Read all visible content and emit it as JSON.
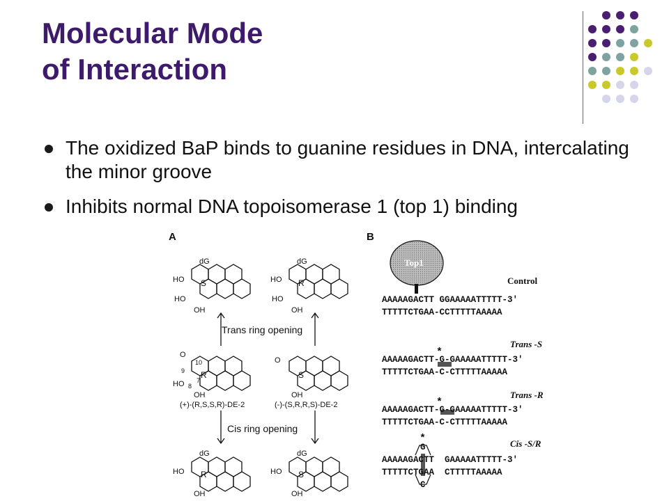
{
  "slide": {
    "title_line1": "Molecular Mode",
    "title_line2": "of Interaction",
    "bullets": [
      "The oxidized BaP binds to guanine residues in DNA, intercalating the minor groove",
      "Inhibits normal DNA topoisomerase 1 (top 1) binding"
    ]
  },
  "figure": {
    "panel_a": "A",
    "panel_b": "B",
    "trans_ring_opening": "Trans ring opening",
    "cis_ring_opening": "Cis ring opening",
    "de2_plus": "(+)-(R,S,S,R)-DE-2",
    "de2_minus": "(-)-(S,R,R,S)-DE-2",
    "top1_label": "Top1",
    "control_label": "Control",
    "trans_s_label": "Trans -S",
    "trans_r_label": "Trans -R",
    "cis_label": "Cis -S/R",
    "seq_top": "AAAAAGACTT GGAAAAATTTTT-3′",
    "seq_bottom": "TTTTTCTGAA-CCTTTTTAAAAA",
    "seq_trans_top": "AAAAAGACTT-G-GAAAAATTTTT-3′",
    "seq_trans_bottom": "TTTTTCTGAA-C-CTTTTTAAAAA",
    "seq_cis_top": "AAAAAGACTT  GAAAAATTTTT-3′",
    "seq_cis_bottom": "TTTTTCTGAA  CTTTTTAAAAA",
    "star": "*",
    "g_label": "G",
    "c_label": "C",
    "dG": "dG",
    "HO": "HO",
    "OH": "OH",
    "S": "S",
    "R": "R",
    "n10": "10",
    "n7": "7",
    "n9": "9",
    "n8": "8",
    "O": "O"
  },
  "colors": {
    "title": "#3d1a6b",
    "dot_purple": "#4b1f6f",
    "dot_teal": "#7ea3a0",
    "dot_olive": "#c9c92a",
    "dot_lavender": "#d6d6ea"
  }
}
